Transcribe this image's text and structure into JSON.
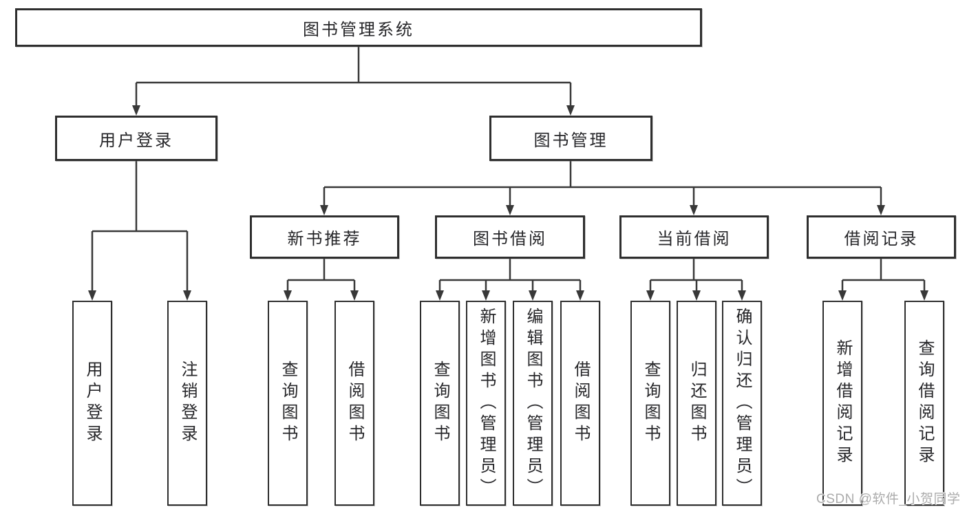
{
  "tree": {
    "root": {
      "label": "图书管理系统"
    },
    "user_login": {
      "label": "用户登录",
      "children": [
        {
          "label": "用户登录"
        },
        {
          "label": "注销登录"
        }
      ]
    },
    "book_mgmt": {
      "label": "图书管理",
      "children": [
        {
          "label": "新书推荐",
          "children": [
            {
              "label": "查询图书"
            },
            {
              "label": "借阅图书"
            }
          ]
        },
        {
          "label": "图书借阅",
          "children": [
            {
              "label": "查询图书"
            },
            {
              "label": "新增图书（管理员）"
            },
            {
              "label": "编辑图书（管理员）"
            },
            {
              "label": "借阅图书"
            }
          ]
        },
        {
          "label": "当前借阅",
          "children": [
            {
              "label": "查询图书"
            },
            {
              "label": "归还图书"
            },
            {
              "label": "确认归还（管理员）"
            }
          ]
        },
        {
          "label": "借阅记录",
          "children": [
            {
              "label": "新增借阅记录"
            },
            {
              "label": "查询借阅记录"
            }
          ]
        }
      ]
    }
  },
  "watermark": "CSDN @软件_小贺同学",
  "colors": {
    "background": "#ffffff",
    "line": "#383838",
    "box_border": "#2e2e2e",
    "text": "#262629",
    "watermark": "#ababab"
  }
}
